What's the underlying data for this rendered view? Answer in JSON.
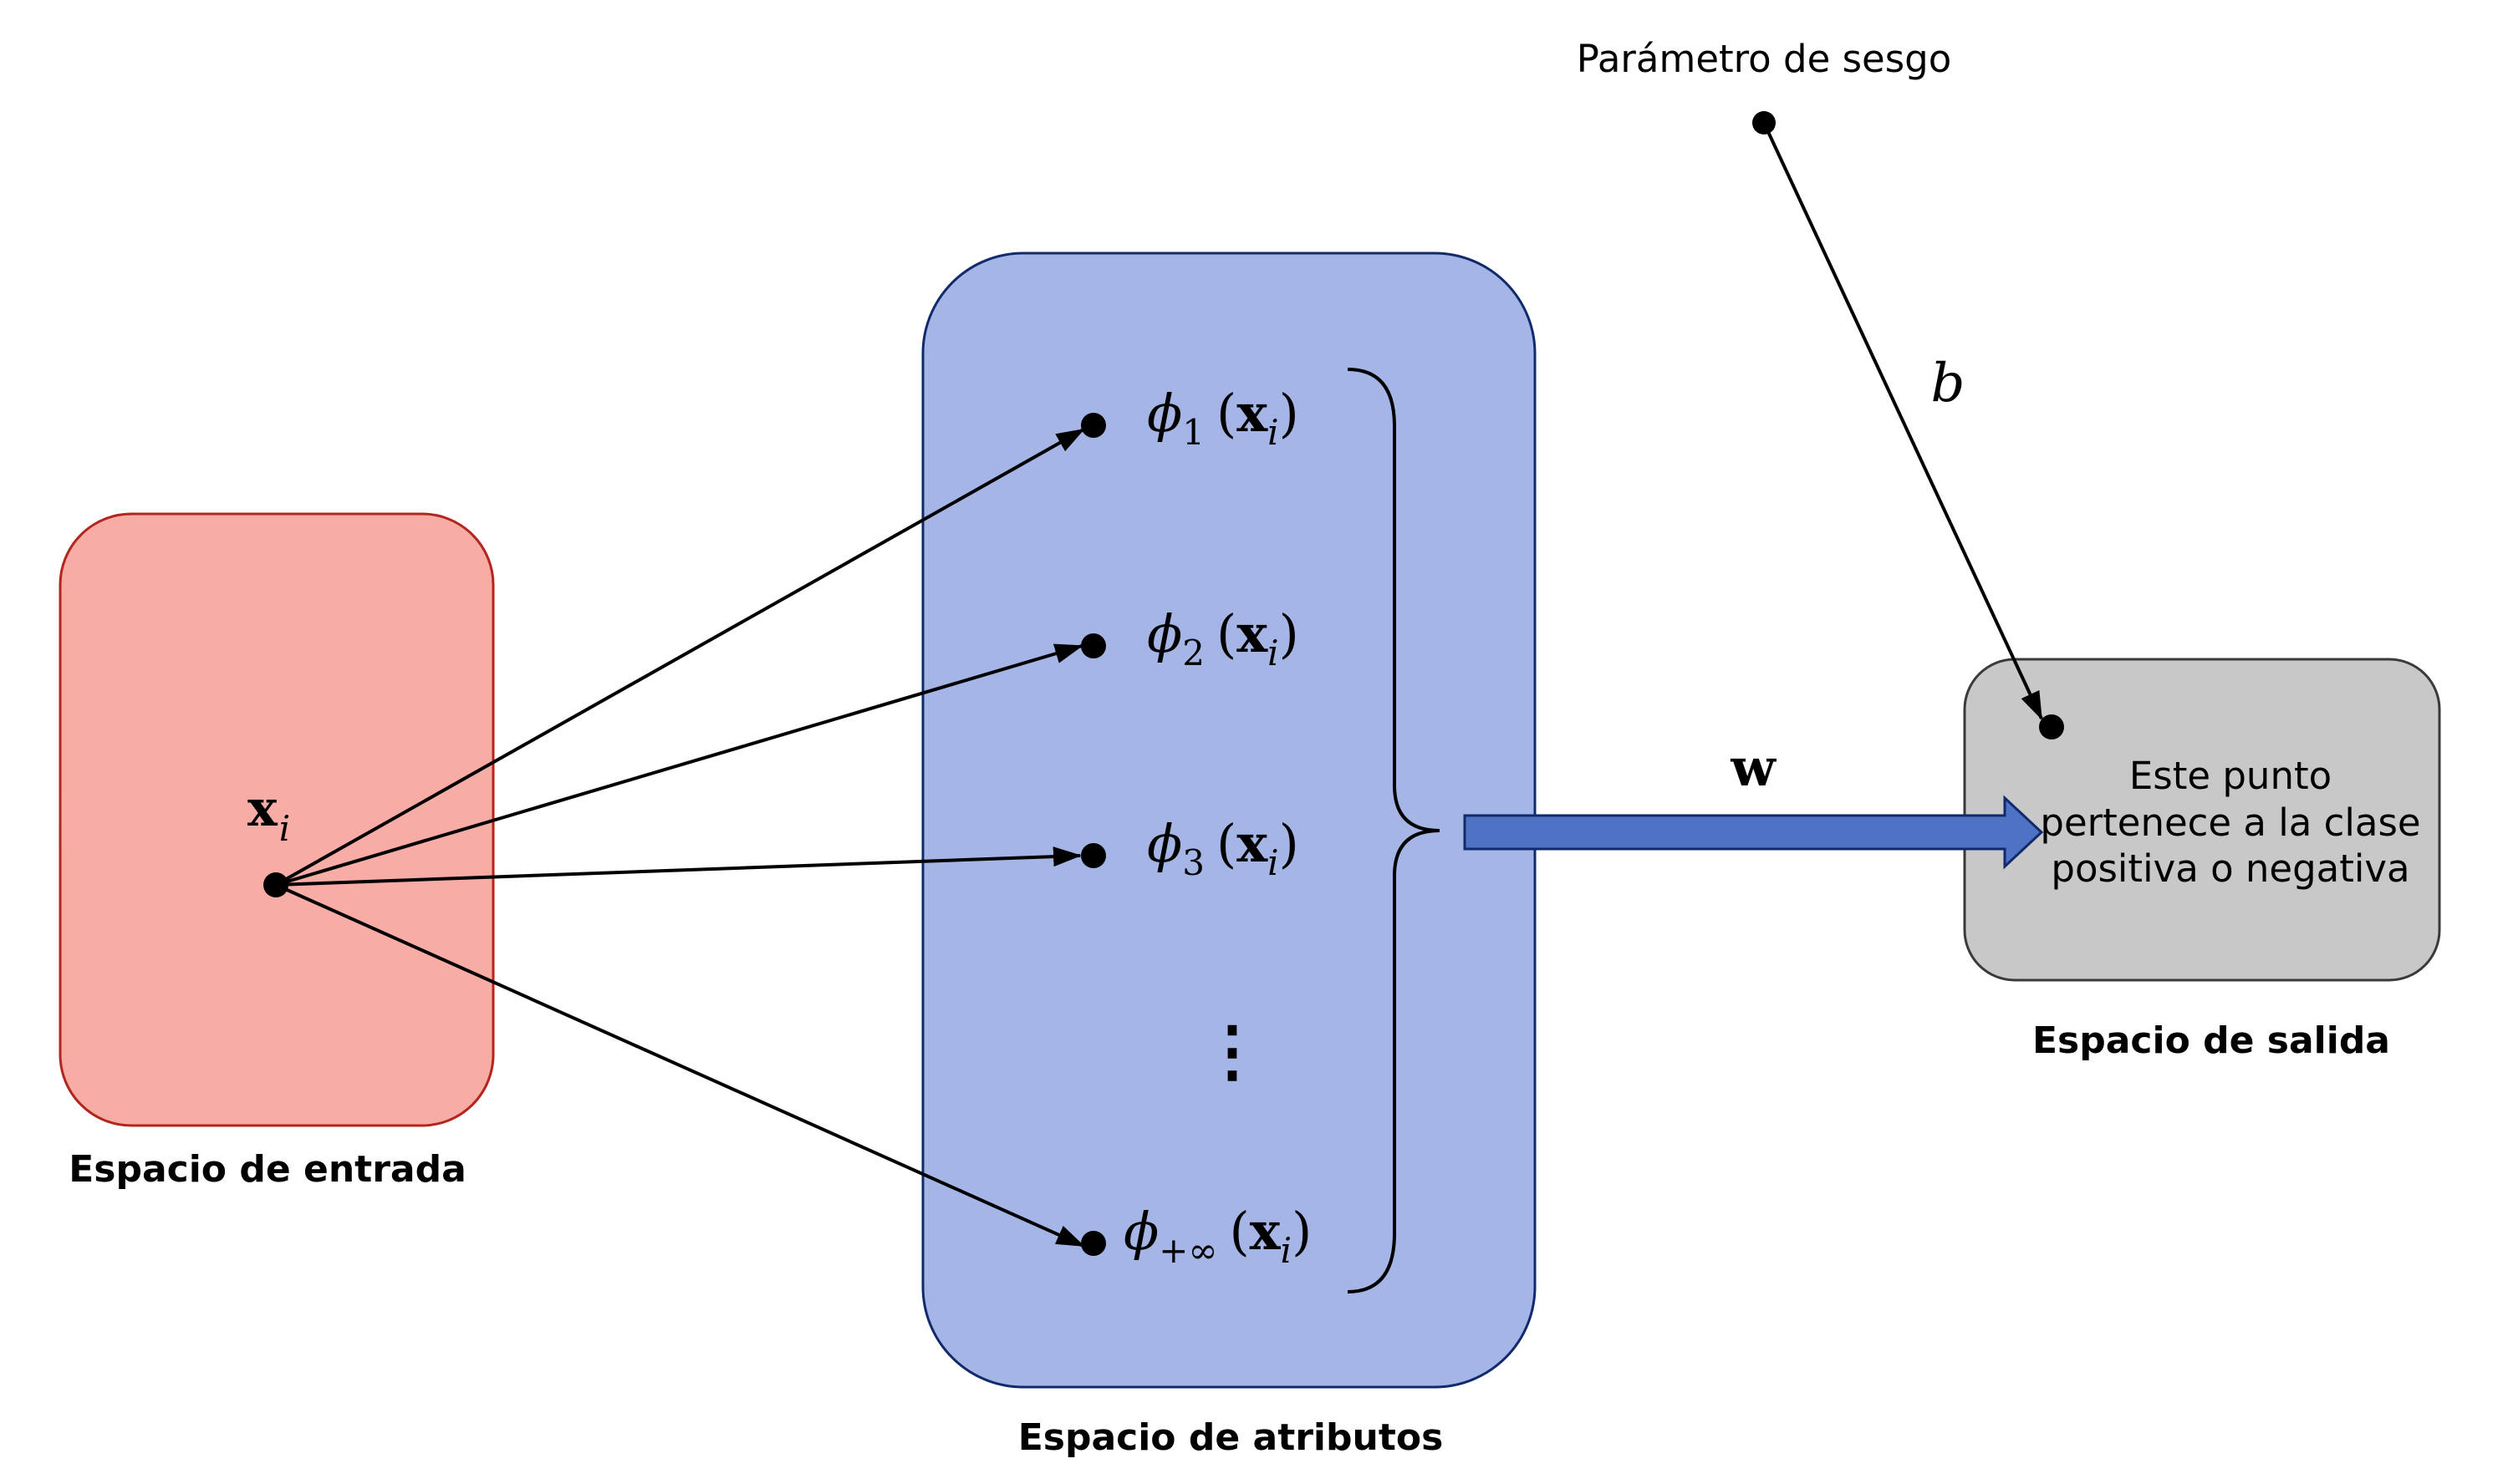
{
  "input_space": {
    "label": "Espacio de entrada",
    "point_label": {
      "base": "x",
      "sub": "i"
    },
    "colors": {
      "fill": "#f7aca6",
      "stroke": "#b3261e"
    }
  },
  "feature_space": {
    "label": "Espacio de atributos",
    "colors": {
      "fill": "#a4b5e6",
      "stroke": "#102a6b"
    },
    "features": [
      {
        "phi": "ϕ",
        "sub": "1",
        "open": "(",
        "x": "x",
        "i": "i",
        "close": ")"
      },
      {
        "phi": "ϕ",
        "sub": "2",
        "open": "(",
        "x": "x",
        "i": "i",
        "close": ")"
      },
      {
        "phi": "ϕ",
        "sub": "3",
        "open": "(",
        "x": "x",
        "i": "i",
        "close": ")"
      },
      {
        "phi": "ϕ",
        "sub": "+∞",
        "open": "(",
        "x": "x",
        "i": "i",
        "close": ")"
      }
    ],
    "ellipsis": "⋮"
  },
  "weight_arrow": {
    "label": "w",
    "color": "#4f72c4"
  },
  "bias": {
    "title": "Parámetro de sesgo",
    "label": "b"
  },
  "output_space": {
    "label": "Espacio de salida",
    "text_lines": [
      "Este punto",
      "pertenece a la clase",
      "positiva o negativa"
    ],
    "colors": {
      "fill": "#c9c8c8",
      "stroke": "#3a3a3a"
    }
  }
}
